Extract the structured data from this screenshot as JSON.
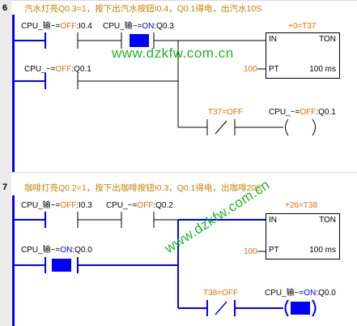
{
  "networks": [
    {
      "number": "6",
      "comment": "汽水灯亮Q0.3=1，按下出汽水按钮I0.4，Q0.1得电，出汽水10S",
      "contact1": {
        "prefix": "CPU_输~=",
        "state": "OFF",
        "addr": ":I0.4"
      },
      "contact2": {
        "prefix": "CPU_输~=",
        "state": "ON",
        "addr": ":Q0.3"
      },
      "contact3": {
        "prefix": "CPU_~=",
        "state": "OFF",
        "addr": ":Q0.1"
      },
      "contact4": {
        "label": "T37=OFF"
      },
      "coil": {
        "prefix": "CPU_~=",
        "state": "OFF",
        "addr": ":Q0.1"
      },
      "timer": {
        "current": "+0=T37",
        "in": "IN",
        "type": "TON",
        "pt_value": "100",
        "pt": "PT",
        "base": "100 ms"
      }
    },
    {
      "number": "7",
      "comment": "咖啡灯亮Q0.2=1，按下出咖啡按钮I0.3，Q0.1得电，出咖啡20S",
      "contact1": {
        "prefix": "CPU_输~=",
        "state": "OFF",
        "addr": ":I0.3"
      },
      "contact2": {
        "prefix": "CPU_~=",
        "state": "OFF",
        "addr": ":Q0.2"
      },
      "contact3": {
        "prefix": "CPU_输~=",
        "state": "ON",
        "addr": ":Q0.0"
      },
      "contact4": {
        "label": "T38=OFF"
      },
      "coil": {
        "prefix": "CPU_输~=",
        "state": "ON",
        "addr": ":Q0.0"
      },
      "timer": {
        "current": "+26=T38",
        "in": "IN",
        "type": "TON",
        "pt_value": "100",
        "pt": "PT",
        "base": "100 ms"
      }
    }
  ],
  "watermarks": [
    "www.dzkfw.com.cn",
    "www.dzkfw.com.cn"
  ],
  "colors": {
    "rail": "#0000ff",
    "active": "#0000ff",
    "off_state": "#e07000",
    "comment": "#c48200",
    "watermark": "#1fb51f"
  }
}
